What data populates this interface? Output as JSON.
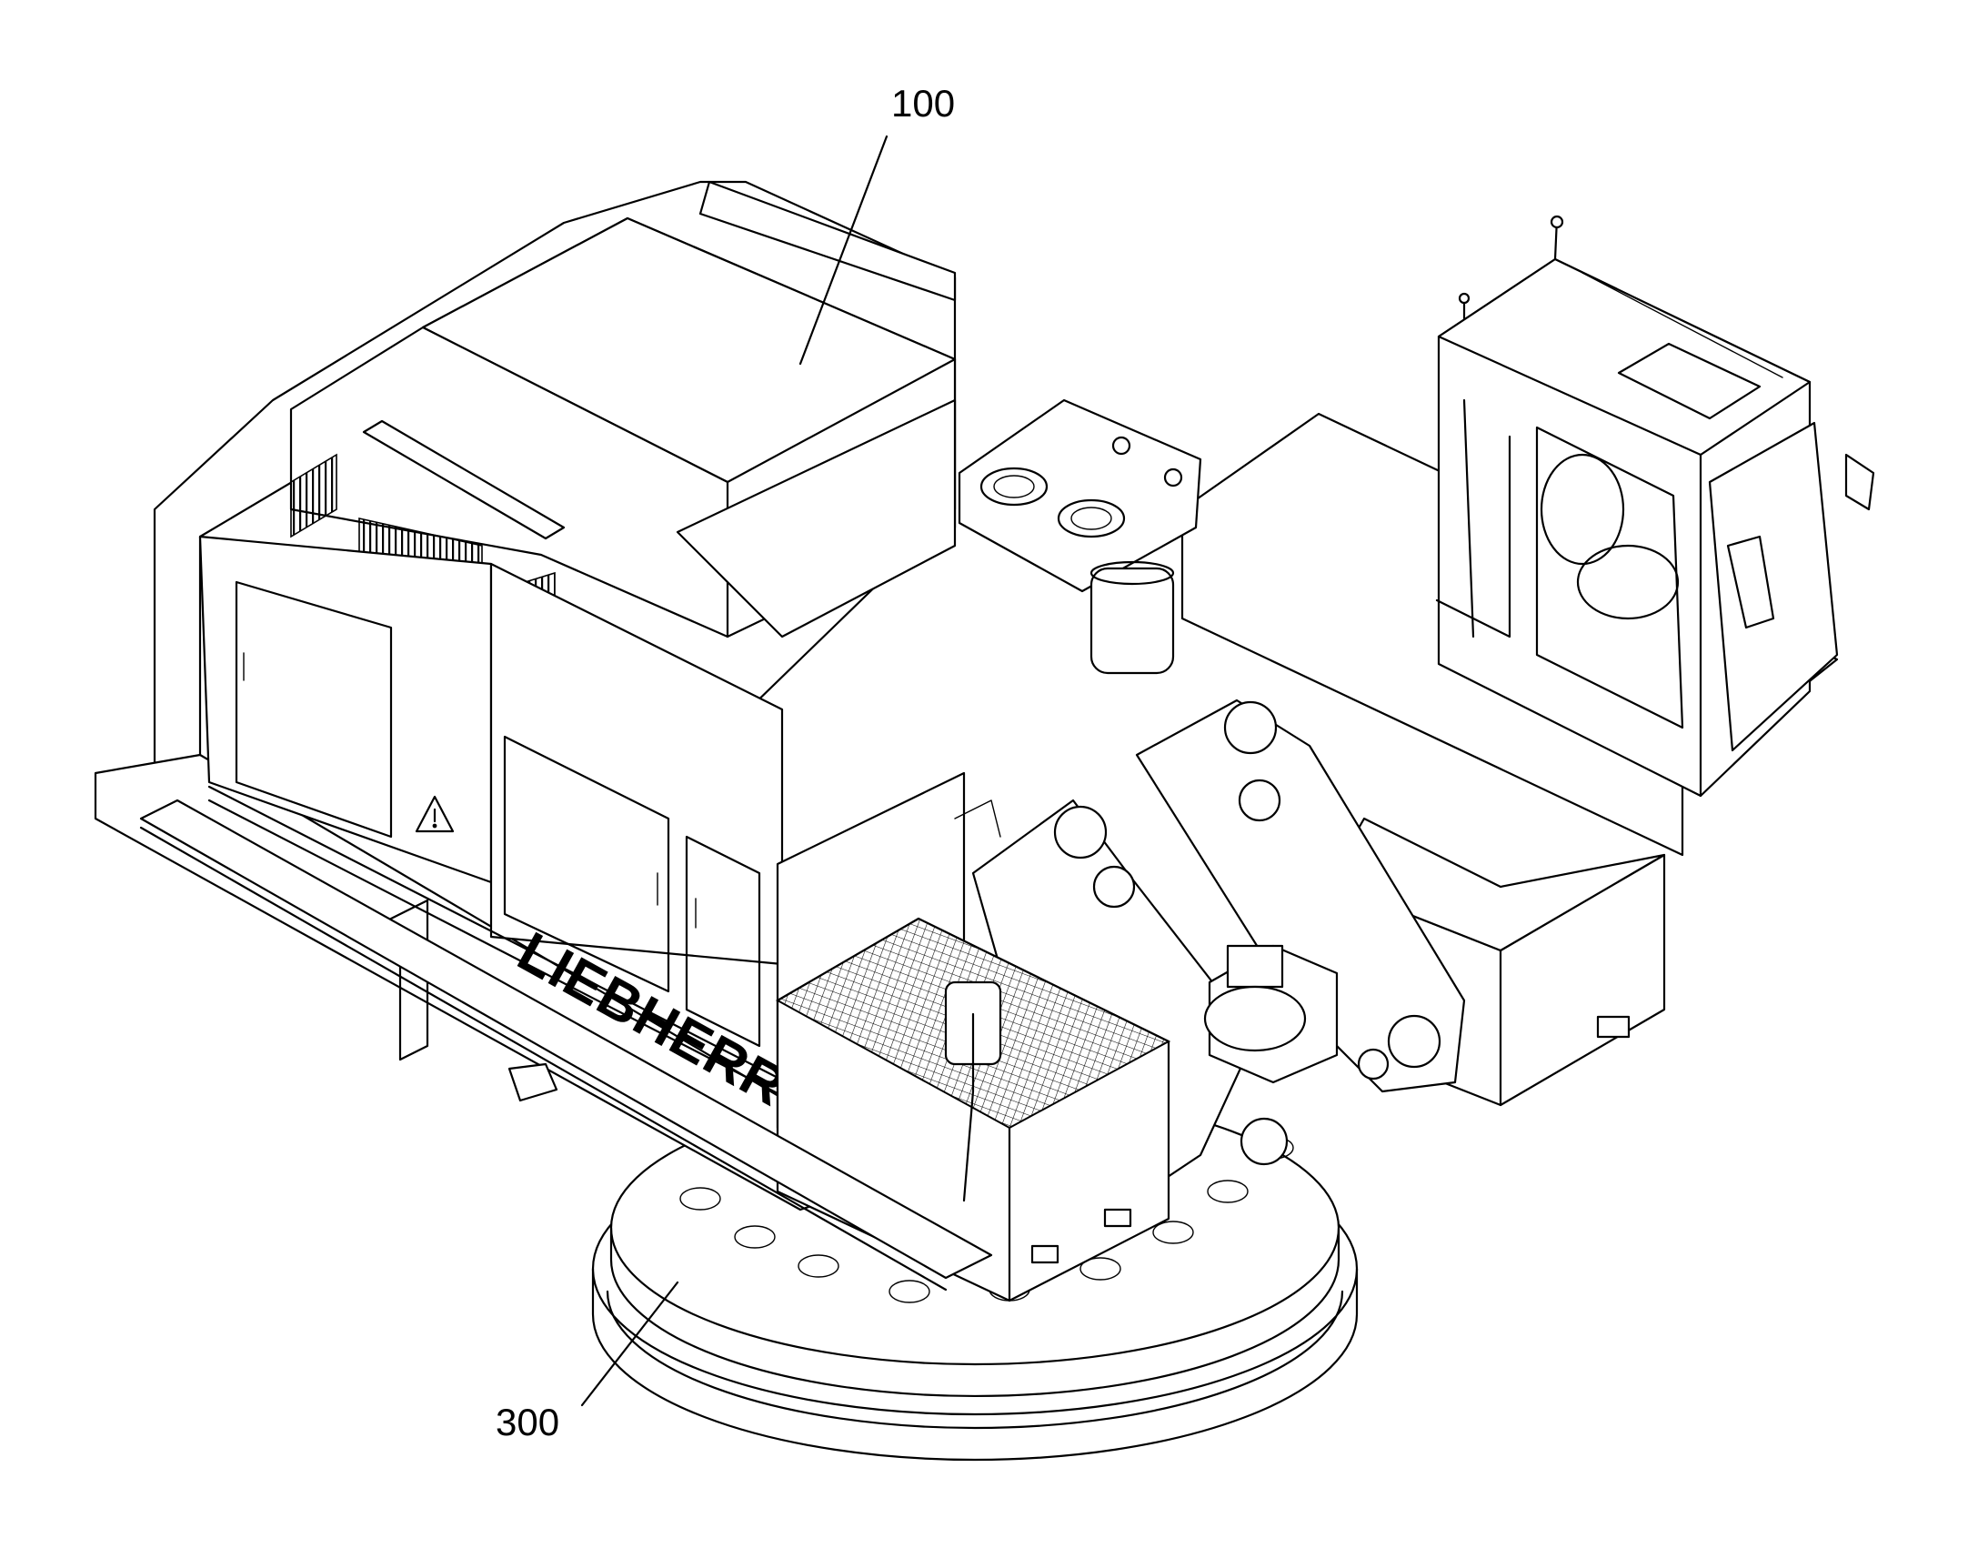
{
  "figure": {
    "reference_labels": [
      {
        "id": "upper-carriage",
        "text": "100"
      },
      {
        "id": "slewing-ring",
        "text": "300"
      }
    ],
    "brand_text": "LIEBHERR",
    "icons": [
      "warning-triangle-icon"
    ]
  }
}
